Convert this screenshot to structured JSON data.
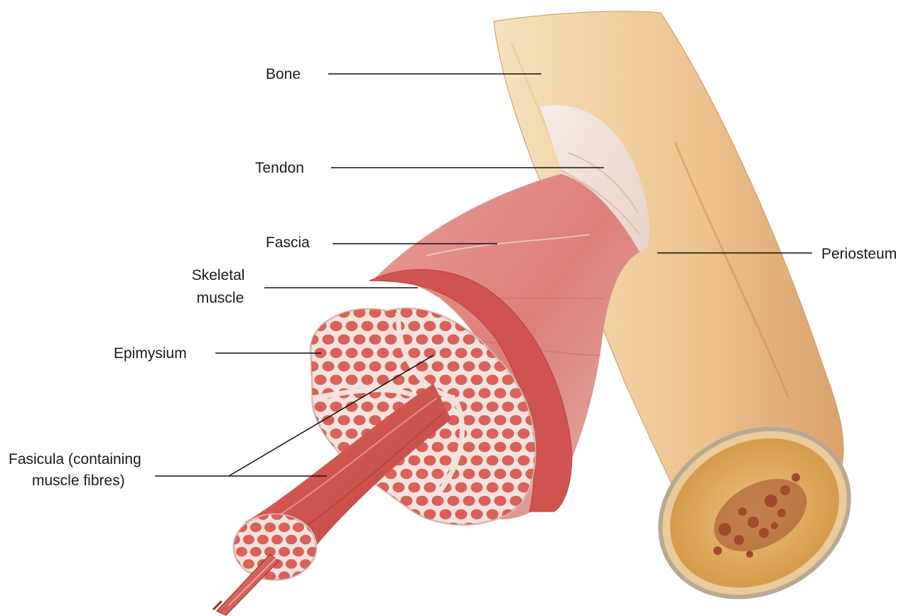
{
  "labels": {
    "bone": "Bone",
    "tendon": "Tendon",
    "fascia": "Fascia",
    "skeletal_muscle": [
      "Skeletal",
      "muscle"
    ],
    "epimysium": "Epimysium",
    "fasicula": [
      "Fasicula (containing",
      "muscle fibres)"
    ],
    "periosteum": "Periosteum"
  },
  "colors": {
    "background": "#ffffff",
    "bone_light": "#f3d9ae",
    "bone_dark": "#d9a36a",
    "muscle": "#d9615b",
    "muscle_dark": "#b8403d",
    "connective": "#f4e3dc",
    "marrow": "#a24a2c"
  }
}
